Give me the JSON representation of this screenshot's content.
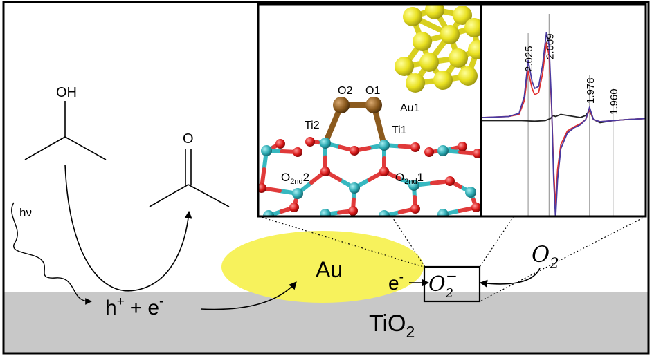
{
  "reaction": {
    "oh_label": "OH",
    "o_label": "O",
    "light_label": "hν",
    "hole_label": "h",
    "hole_charge": "+",
    "plus_sign": "+",
    "electron_label": "e",
    "electron_charge": "-"
  },
  "substrate": {
    "gold_label": "Au",
    "tio2_main": "TiO",
    "tio2_sub": "2"
  },
  "oxygen": {
    "o2_main": "O",
    "o2_sub": "2",
    "superoxide_main": "O",
    "superoxide_sub": "2",
    "superoxide_sup": "−",
    "electron_label": "e",
    "electron_charge": "-"
  },
  "structure": {
    "labels": {
      "o2": "O2",
      "o1": "O1",
      "au1": "Au1",
      "ti2": "Ti2",
      "ti1": "Ti1",
      "o2nd2_main": "O",
      "o2nd2_sub": "2nd",
      "o2nd2_num": "2",
      "o2nd1_main": "O",
      "o2nd1_sub": "2nd",
      "o2nd1_num": "1"
    },
    "colors": {
      "gold": "#e8e020",
      "titanium": "#2aa8b0",
      "oxygen": "#d81818",
      "peroxo": "#8b5a1e"
    }
  },
  "colors": {
    "gold_blob": "#f7f25c",
    "tio2": "#c8c8c8",
    "epr_blue": "#4a3aa0",
    "epr_red": "#e03030"
  },
  "chart_data": {
    "type": "line",
    "xlabel": "",
    "ylabel": "",
    "peak_labels": [
      "2.025",
      "2.009",
      "1.978",
      "1.960"
    ],
    "reference_lines_g": [
      2.025,
      2.009,
      1.978,
      1.96
    ],
    "x_range_g": [
      2.06,
      1.935
    ],
    "y_range": [
      -1.0,
      0.9
    ],
    "grid": false,
    "series": [
      {
        "color": "#4a3aa0",
        "points": [
          [
            2.06,
            0
          ],
          [
            2.04,
            0.01
          ],
          [
            2.032,
            0.04
          ],
          [
            2.028,
            0.2
          ],
          [
            2.025,
            0.55
          ],
          [
            2.022,
            0.35
          ],
          [
            2.02,
            0.28
          ],
          [
            2.017,
            0.3
          ],
          [
            2.014,
            0.5
          ],
          [
            2.011,
            0.82
          ],
          [
            2.009,
            0.7
          ],
          [
            2.007,
            0.1
          ],
          [
            2.0055,
            -0.6
          ],
          [
            2.004,
            -0.98
          ],
          [
            2.0025,
            -0.6
          ],
          [
            2.0,
            -0.3
          ],
          [
            1.995,
            -0.15
          ],
          [
            1.99,
            -0.1
          ],
          [
            1.985,
            -0.07
          ],
          [
            1.981,
            -0.02
          ],
          [
            1.978,
            0.1
          ],
          [
            1.975,
            -0.02
          ],
          [
            1.97,
            -0.04
          ],
          [
            1.96,
            -0.03
          ],
          [
            1.95,
            -0.02
          ],
          [
            1.935,
            -0.01
          ]
        ]
      },
      {
        "color": "#e03030",
        "points": [
          [
            2.06,
            0
          ],
          [
            2.04,
            0.01
          ],
          [
            2.032,
            0.03
          ],
          [
            2.028,
            0.16
          ],
          [
            2.025,
            0.45
          ],
          [
            2.022,
            0.28
          ],
          [
            2.02,
            0.22
          ],
          [
            2.017,
            0.24
          ],
          [
            2.014,
            0.42
          ],
          [
            2.011,
            0.72
          ],
          [
            2.009,
            0.6
          ],
          [
            2.007,
            0.08
          ],
          [
            2.0055,
            -0.5
          ],
          [
            2.004,
            -0.85
          ],
          [
            2.0025,
            -0.5
          ],
          [
            2.0,
            -0.26
          ],
          [
            1.995,
            -0.13
          ],
          [
            1.99,
            -0.09
          ],
          [
            1.985,
            -0.06
          ],
          [
            1.981,
            -0.02
          ],
          [
            1.978,
            0.08
          ],
          [
            1.975,
            -0.02
          ],
          [
            1.97,
            -0.04
          ],
          [
            1.96,
            -0.03
          ],
          [
            1.95,
            -0.02
          ],
          [
            1.935,
            -0.01
          ]
        ]
      },
      {
        "color": "#222222",
        "points": [
          [
            2.06,
            -0.03
          ],
          [
            2.04,
            -0.03
          ],
          [
            2.03,
            -0.03
          ],
          [
            2.02,
            -0.035
          ],
          [
            2.012,
            -0.03
          ],
          [
            2.008,
            -0.01
          ],
          [
            2.006,
            0.02
          ],
          [
            2.004,
            0.01
          ],
          [
            2.0,
            0.03
          ],
          [
            1.995,
            0.02
          ],
          [
            1.99,
            0.01
          ],
          [
            1.985,
            0.0
          ],
          [
            1.981,
            0.02
          ],
          [
            1.978,
            0.07
          ],
          [
            1.975,
            -0.02
          ],
          [
            1.97,
            -0.05
          ],
          [
            1.96,
            -0.03
          ],
          [
            1.95,
            -0.02
          ],
          [
            1.935,
            -0.01
          ]
        ]
      }
    ]
  }
}
